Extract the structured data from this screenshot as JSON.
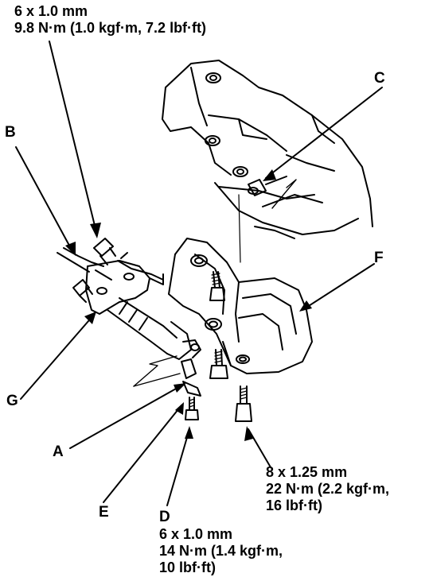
{
  "callouts": {
    "A": "A",
    "B": "B",
    "C": "C",
    "D": "D",
    "E": "E",
    "F": "F",
    "G": "G"
  },
  "specs": {
    "top": {
      "size": "6 x 1.0 mm",
      "torque": "9.8 N·m (1.0 kgf·m, 7.2 lbf·ft)"
    },
    "right": {
      "size": "8 x 1.25 mm",
      "torque_1": "22 N·m (2.2 kgf·m,",
      "torque_2": "16 lbf·ft)"
    },
    "bottom": {
      "size": "6 x 1.0 mm",
      "torque_1": "14 N·m (1.4 kgf·m,",
      "torque_2": "10 lbf·ft)"
    }
  },
  "colors": {
    "ink": "#000000",
    "paper": "#ffffff"
  }
}
